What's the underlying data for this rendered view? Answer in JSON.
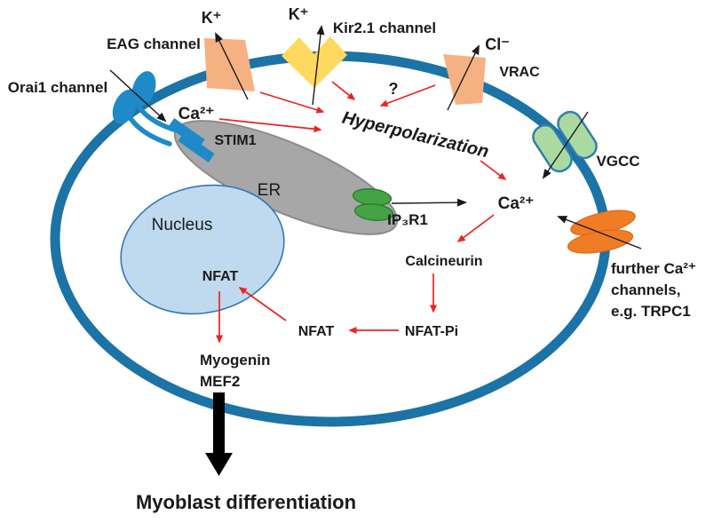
{
  "figure": {
    "type": "cell-signaling-diagram",
    "subject": "Ion channels and Ca2+ signaling leading to myoblast differentiation"
  },
  "palette": {
    "membrane_blue": "#1c73a6",
    "channel_peach": "#f6b183",
    "channel_yellow": "#ffd95f",
    "vgcc_green_fill": "#abdaa1",
    "vgcc_green_stroke": "#2e7fb0",
    "trpc_orange": "#f07d25",
    "ip3r_green": "#45a345",
    "er_gray": "#a7a7a7",
    "nucleus_fill": "#bfd9ee",
    "nucleus_stroke": "#3377b8",
    "orai_stim_blue": "#1f8ac9",
    "arrow_red": "#ee2222",
    "arrow_black": "#1a1a1a",
    "text": "#1a1a1a"
  },
  "labels": {
    "k_plus_left": "K⁺",
    "eag_channel": "EAG channel",
    "k_plus_mid": "K⁺",
    "kir_channel": "Kir2.1 channel",
    "cl_minus": "Cl⁻",
    "vrac": "VRAC",
    "orai_channel": "Orai1 channel",
    "ca_left": "Ca²⁺",
    "stim1": "STIM1",
    "hyperpolarization": "Hyperpolarization",
    "question_mark": "?",
    "vgcc": "VGCC",
    "er": "ER",
    "ip3r1": "IP₃R1",
    "ca_center": "Ca²⁺",
    "nucleus": "Nucleus",
    "nfat_nucleus": "NFAT",
    "calcineurin": "Calcineurin",
    "nfat_pi": "NFAT-Pi",
    "nfat_cytoplasm": "NFAT",
    "myogenin": "Myogenin",
    "mef2": "MEF2",
    "further_ca_line1": "further Ca²⁺",
    "further_ca_line2": "channels,",
    "further_ca_line3": "e.g. TRPC1",
    "myoblast_differentiation": "Myoblast differentiation"
  },
  "edges": [
    {
      "from": "EAG channel",
      "to": "K⁺ (out of cell)",
      "color": "black"
    },
    {
      "from": "Kir2.1 channel",
      "to": "K⁺ (out of cell)",
      "color": "black"
    },
    {
      "from": "VRAC",
      "to": "Cl⁻ (out of cell)",
      "color": "black"
    },
    {
      "from": "Orai1 channel",
      "to": "Ca²⁺ (into cell)",
      "color": "black"
    },
    {
      "from": "VGCC",
      "to": "Ca²⁺ influx (into cell)",
      "color": "black"
    },
    {
      "from": "further Ca²⁺ channels, e.g. TRPC1",
      "to": "Ca²⁺ influx (into cell)",
      "color": "black"
    },
    {
      "from": "IP₃R1",
      "to": "Ca²⁺",
      "color": "black"
    },
    {
      "from": "EAG channel",
      "to": "Hyperpolarization",
      "color": "red"
    },
    {
      "from": "Ca²⁺ (Orai1 influx)",
      "to": "Hyperpolarization",
      "color": "red"
    },
    {
      "from": "Kir2.1 channel",
      "to": "Hyperpolarization",
      "color": "red"
    },
    {
      "from": "VRAC",
      "to": "Hyperpolarization",
      "color": "red",
      "note": "?"
    },
    {
      "from": "Hyperpolarization",
      "to": "Ca²⁺",
      "color": "red"
    },
    {
      "from": "Ca²⁺",
      "to": "Calcineurin",
      "color": "red"
    },
    {
      "from": "Calcineurin",
      "to": "NFAT-Pi",
      "color": "red"
    },
    {
      "from": "NFAT-Pi",
      "to": "NFAT",
      "color": "red"
    },
    {
      "from": "NFAT",
      "to": "NFAT (nucleus)",
      "color": "red"
    },
    {
      "from": "NFAT (nucleus)",
      "to": "Myogenin / MEF2",
      "color": "red"
    },
    {
      "from": "Myogenin / MEF2",
      "to": "Myoblast differentiation",
      "color": "black-bold"
    }
  ]
}
